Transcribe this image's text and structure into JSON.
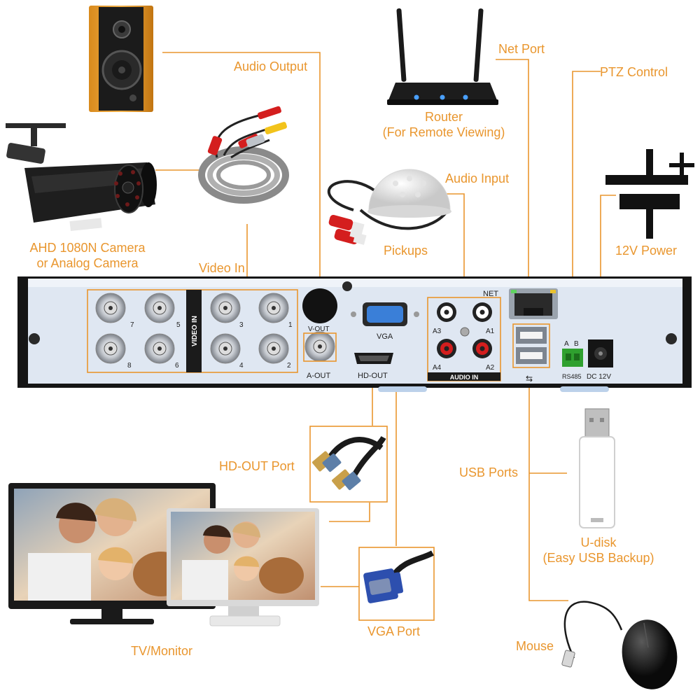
{
  "colors": {
    "accent": "#e9962e",
    "panel": "#dfe7f2",
    "frame": "#151515"
  },
  "labels": {
    "audio_output": "Audio Output",
    "net_port": "Net Port",
    "ptz_control": "PTZ Control",
    "router": "Router",
    "router_sub": "(For Remote Viewing)",
    "audio_input": "Audio Input",
    "pickups": "Pickups",
    "power": "12V Power",
    "camera_line1": "AHD 1080N Camera",
    "camera_line2": "or Analog Camera",
    "video_in": "Video In",
    "hd_out_port": "HD-OUT Port",
    "usb_ports": "USB Ports",
    "udisk": "U-disk",
    "udisk_sub": "(Easy USB Backup)",
    "tv_monitor": "TV/Monitor",
    "vga_port": "VGA Port",
    "mouse": "Mouse"
  },
  "panel": {
    "video_in": "VIDEO IN",
    "v_out": "V-OUT",
    "a_out": "A-OUT",
    "vga": "VGA",
    "hd_out": "HD-OUT",
    "net": "NET",
    "audio_in": "AUDIO IN",
    "rs485": "RS485",
    "dc12v": "DC 12V",
    "rs485_a": "A",
    "rs485_b": "B",
    "bnc_numbers": [
      "7",
      "5",
      "3",
      "1",
      "8",
      "6",
      "4",
      "2"
    ],
    "audio_numbers": [
      "A3",
      "A1",
      "A4",
      "A2"
    ]
  },
  "icons": [
    "speaker-icon",
    "camera-icon",
    "cable-icon",
    "router-icon",
    "pickup-mic-icon",
    "dc-power-symbol-icon",
    "hdmi-cable-icon",
    "vga-cable-icon",
    "usb-drive-icon",
    "mouse-icon",
    "tv-monitor-icon"
  ]
}
